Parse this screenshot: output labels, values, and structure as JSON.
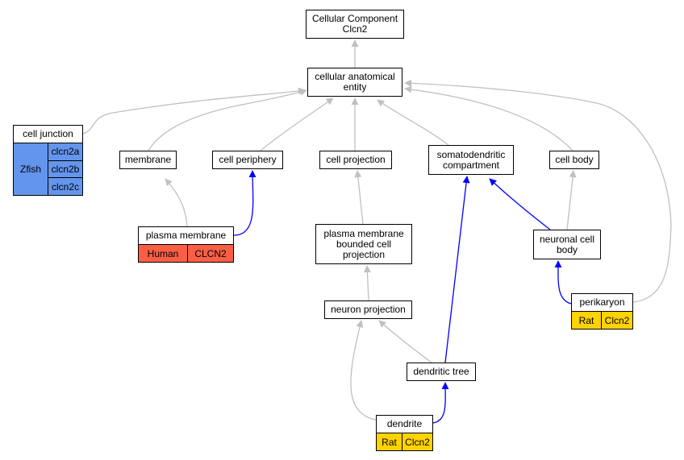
{
  "colors": {
    "gray_edge": "#c0c0c0",
    "blue_edge": "#0000ff",
    "zfish": "#6495ed",
    "human": "#fa5f46",
    "rat": "#ffd300"
  },
  "nodes": {
    "root": "Cellular Component\nClcn2",
    "cae": "cellular anatomical\nentity",
    "cell_junction": "cell junction",
    "membrane": "membrane",
    "cell_periphery": "cell periphery",
    "cell_projection": "cell projection",
    "somatodendritic": "somatodendritic\ncompartment",
    "cell_body": "cell body",
    "plasma_membrane": "plasma membrane",
    "pm_bounded": "plasma membrane\nbounded cell\nprojection",
    "neuronal_cell_body": "neuronal cell\nbody",
    "perikaryon": "perikaryon",
    "neuron_projection": "neuron projection",
    "dendritic_tree": "dendritic tree",
    "dendrite": "dendrite"
  },
  "annotations": {
    "cell_junction": {
      "species": "Zfish",
      "genes": [
        "clcn2a",
        "clcn2b",
        "clcn2c"
      ]
    },
    "plasma_membrane": {
      "species": "Human",
      "gene": "CLCN2"
    },
    "perikaryon": {
      "species": "Rat",
      "gene": "Clcn2"
    },
    "dendrite": {
      "species": "Rat",
      "gene": "Clcn2"
    }
  },
  "edges": [
    {
      "from": "cae",
      "to": "root",
      "style": "gray"
    },
    {
      "from": "cell_junction",
      "to": "cae",
      "style": "gray"
    },
    {
      "from": "membrane",
      "to": "cae",
      "style": "gray"
    },
    {
      "from": "cell_periphery",
      "to": "cae",
      "style": "gray"
    },
    {
      "from": "cell_projection",
      "to": "cae",
      "style": "gray"
    },
    {
      "from": "somatodendritic",
      "to": "cae",
      "style": "gray"
    },
    {
      "from": "cell_body",
      "to": "cae",
      "style": "gray"
    },
    {
      "from": "perikaryon",
      "to": "cae",
      "style": "gray"
    },
    {
      "from": "plasma_membrane",
      "to": "membrane",
      "style": "gray"
    },
    {
      "from": "plasma_membrane",
      "to": "cell_periphery",
      "style": "blue"
    },
    {
      "from": "pm_bounded",
      "to": "cell_projection",
      "style": "gray"
    },
    {
      "from": "neuron_projection",
      "to": "pm_bounded",
      "style": "gray"
    },
    {
      "from": "neuronal_cell_body",
      "to": "somatodendritic",
      "style": "blue"
    },
    {
      "from": "neuronal_cell_body",
      "to": "cell_body",
      "style": "gray"
    },
    {
      "from": "perikaryon",
      "to": "neuronal_cell_body",
      "style": "blue"
    },
    {
      "from": "dendritic_tree",
      "to": "somatodendritic",
      "style": "blue"
    },
    {
      "from": "dendritic_tree",
      "to": "neuron_projection",
      "style": "gray"
    },
    {
      "from": "dendrite",
      "to": "neuron_projection",
      "style": "gray"
    },
    {
      "from": "dendrite",
      "to": "dendritic_tree",
      "style": "blue"
    }
  ]
}
